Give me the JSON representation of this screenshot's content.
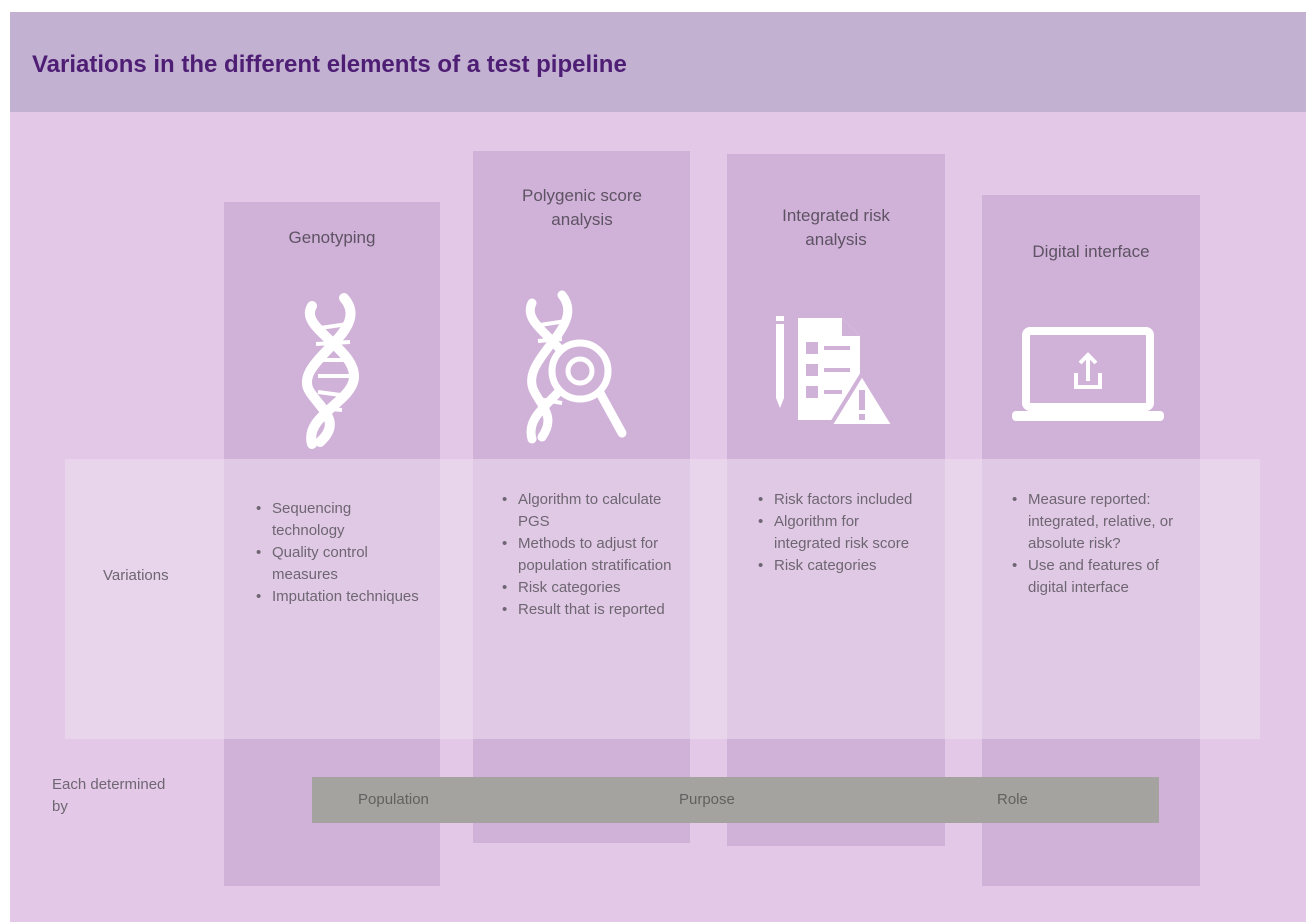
{
  "title": "Variations in the different elements of a test pipeline",
  "columns": [
    {
      "heading": "Genotyping",
      "icon": "dna-icon",
      "bullets": [
        "Sequencing technology",
        "Quality control measures",
        "Imputation techniques"
      ]
    },
    {
      "heading": "Polygenic score analysis",
      "icon": "dna-magnifier-icon",
      "bullets": [
        "Algorithm to calculate PGS",
        "Methods to adjust for population stratification",
        "Risk categories",
        "Result that is reported"
      ]
    },
    {
      "heading": "Integrated risk analysis",
      "icon": "checklist-warning-icon",
      "bullets": [
        "Risk factors included",
        "Algorithm for integrated risk score",
        "Risk categories"
      ]
    },
    {
      "heading": "Digital interface",
      "icon": "laptop-upload-icon",
      "bullets": [
        "Measure reported: integrated, relative, or absolute risk?",
        "Use and features of digital interface"
      ]
    }
  ],
  "rows": {
    "variations_label": "Variations",
    "determined_label": "Each determined by"
  },
  "determinants": [
    "Population",
    "Purpose",
    "Role"
  ],
  "colors": {
    "background": "#e3c9e7",
    "header": "#c3b1d2",
    "title": "#4e1e74",
    "column": "#d0b1d8",
    "bar": "#a4a3a0"
  }
}
